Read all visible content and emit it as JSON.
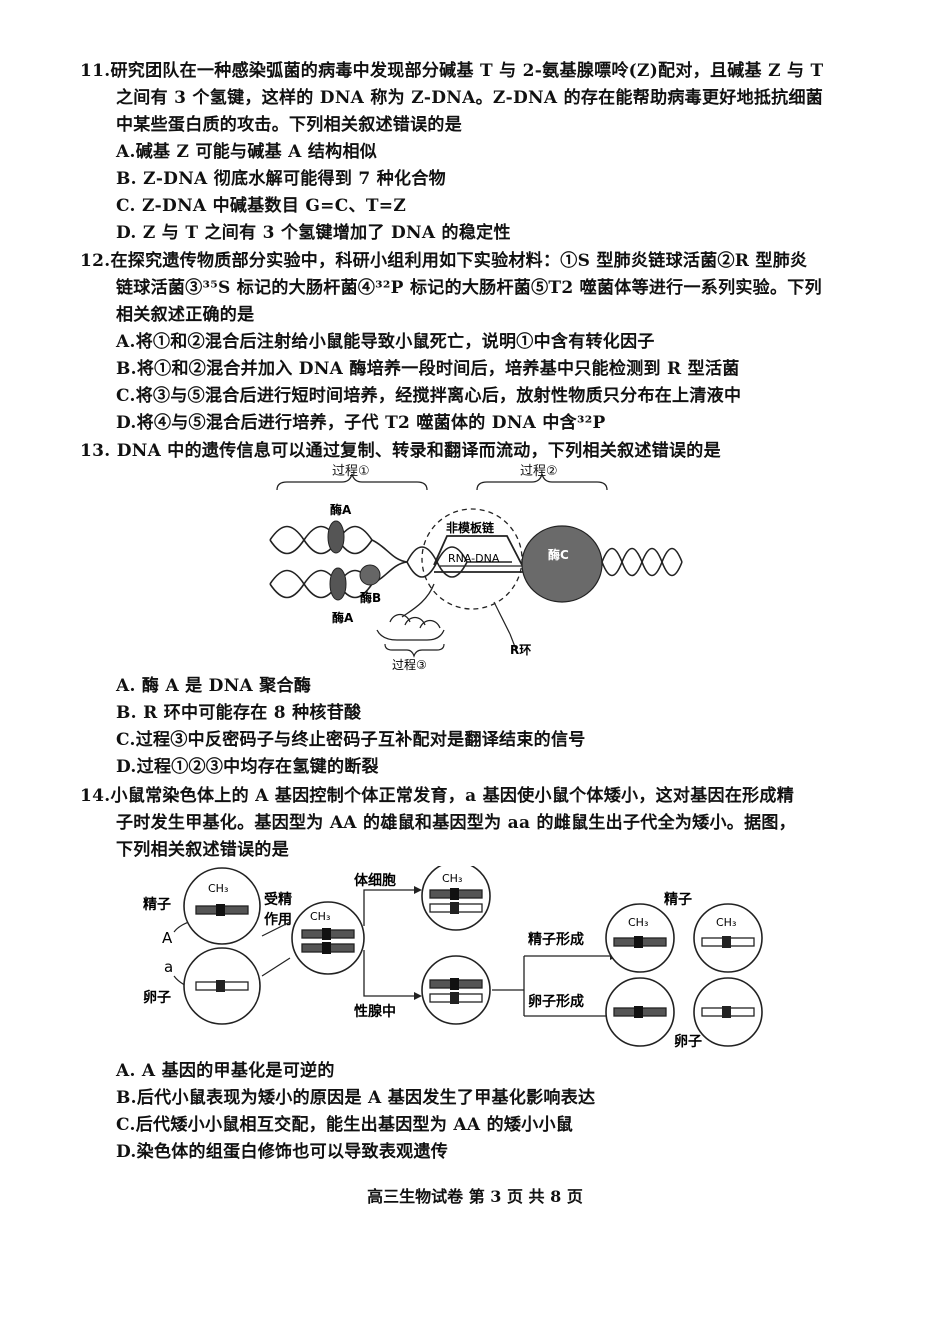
{
  "q11": {
    "line1": "11.研究团队在一种感染弧菌的病毒中发现部分碱基 T 与 2-氨基腺嘌呤(Z)配对，且碱基 Z 与 T",
    "line2": "之间有 3 个氢键，这样的 DNA 称为 Z-DNA。Z-DNA 的存在能帮助病毒更好地抵抗细菌",
    "line3": "中某些蛋白质的攻击。下列相关叙述错误的是",
    "optA": "A.碱基 Z 可能与碱基 A 结构相似",
    "optB": "B. Z-DNA 彻底水解可能得到 7 种化合物",
    "optC": "C. Z-DNA 中碱基数目 G=C、T=Z",
    "optD": "D. Z 与 T 之间有 3 个氢键增加了 DNA 的稳定性"
  },
  "q12": {
    "line1": "12.在探究遗传物质部分实验中，科研小组利用如下实验材料：①S 型肺炎链球活菌②R 型肺炎",
    "line2": "链球活菌③³⁵S 标记的大肠杆菌④³²P 标记的大肠杆菌⑤T2 噬菌体等进行一系列实验。下列",
    "line3": "相关叙述正确的是",
    "optA": "A.将①和②混合后注射给小鼠能导致小鼠死亡，说明①中含有转化因子",
    "optB": "B.将①和②混合并加入 DNA 酶培养一段时间后，培养基中只能检测到 R 型活菌",
    "optC": "C.将③与⑤混合后进行短时间培养，经搅拌离心后，放射性物质只分布在上清液中",
    "optD": "D.将④与⑤混合后进行培养，子代 T2 噬菌体的 DNA 中含³²P"
  },
  "q13": {
    "line1": "13. DNA 中的遗传信息可以通过复制、转录和翻译而流动，下列相关叙述错误的是",
    "figure": {
      "process1": "过程①",
      "process2": "过程②",
      "process3": "过程③",
      "enzymeA_top": "酶A",
      "enzymeA_bottom": "酶A",
      "enzymeB": "酶B",
      "enzymeC": "酶C",
      "nontemplate": "非模板链",
      "rnadna": "RNA-DNA",
      "rloop": "R环"
    },
    "optA": "A. 酶 A 是 DNA 聚合酶",
    "optB": "B. R 环中可能存在 8 种核苷酸",
    "optC": "C.过程③中反密码子与终止密码子互补配对是翻译结束的信号",
    "optD": "D.过程①②③中均存在氢键的断裂"
  },
  "q14": {
    "line1": "14.小鼠常染色体上的 A 基因控制个体正常发育，a 基因使小鼠个体矮小，这对基因在形成精",
    "line2": "子时发生甲基化。基因型为 AA 的雄鼠和基因型为 aa 的雌鼠生出子代全为矮小。据图，",
    "line3": "下列相关叙述错误的是",
    "figure": {
      "sperm": "精子",
      "egg": "卵子",
      "A": "A",
      "a": "a",
      "fertilization1": "受精",
      "fertilization2": "作用",
      "somatic": "体细胞",
      "gonad": "性腺中",
      "sperm_formation": "精子形成",
      "egg_formation": "卵子形成",
      "sperm_right": "精子",
      "egg_right": "卵子",
      "ch3": "CH₃"
    },
    "optA": "A. A 基因的甲基化是可逆的",
    "optB": "B.后代小鼠表现为矮小的原因是 A 基因发生了甲基化影响表达",
    "optC": "C.后代矮小小鼠相互交配，能生出基因型为 AA 的矮小小鼠",
    "optD": "D.染色体的组蛋白修饰也可以导致表观遗传"
  },
  "footer": "高三生物试卷 第 3 页 共 8 页"
}
